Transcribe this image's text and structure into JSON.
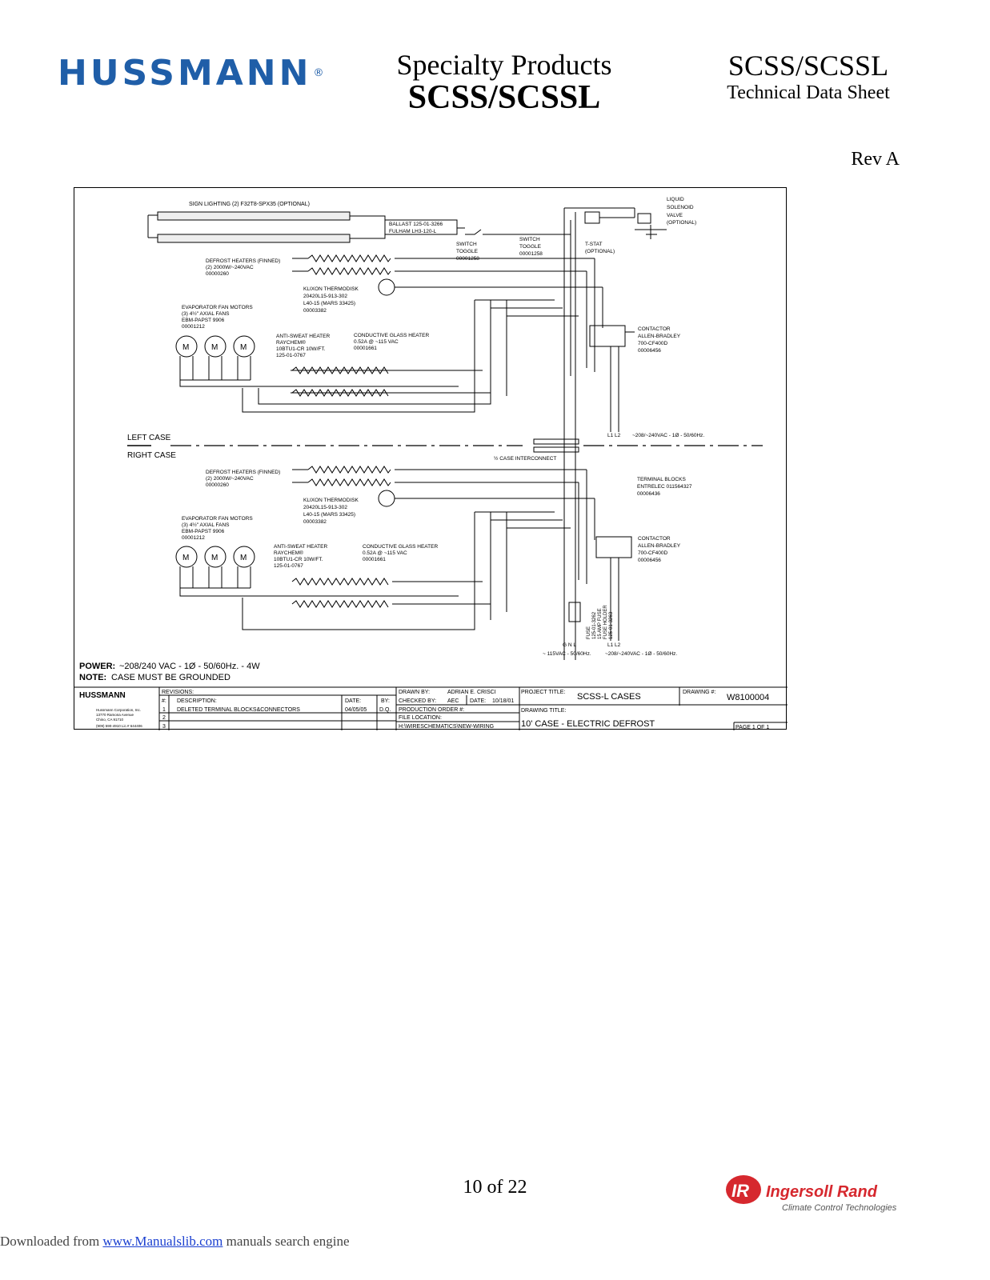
{
  "header": {
    "logo": "HUSSMANN",
    "registered": "®",
    "center_title": "Specialty Products",
    "center_subtitle": "SCSS/SCSSL",
    "right_title": "SCSS/SCSSL",
    "right_subtitle": "Technical Data Sheet"
  },
  "revision": "Rev A",
  "schematic": {
    "sign_lighting": "SIGN LIGHTING (2) F32T8-SPX35 (OPTIONAL)",
    "ballast_1": "BALLAST 125-01-3266",
    "ballast_2": "FULHAM LH3-120-L",
    "switch_1": [
      "SWITCH",
      "TOGGLE",
      "00001258"
    ],
    "switch_2": [
      "SWITCH",
      "TOGGLE",
      "00001258"
    ],
    "tstat": [
      "T-STAT",
      "(OPTIONAL)"
    ],
    "solenoid": [
      "LIQUID",
      "SOLENOID",
      "VALVE",
      "(OPTIONAL)"
    ],
    "defrost": [
      "DEFROST HEATERS (FINNED)",
      "(2) 2000W/~240VAC",
      "00000260"
    ],
    "klixon": [
      "KLIXON THERMODISK",
      "20420L15-913-302",
      "L40-15 (MARS 33425)",
      "00003382"
    ],
    "evap_fans": [
      "EVAPORATOR FAN MOTORS",
      "(3) 4½\" AXIAL FANS",
      "EBM-PAPST 9906",
      "00001212"
    ],
    "anti_sweat": [
      "ANTI-SWEAT HEATER",
      "RAYCHEM®",
      "10BTU1-CR 10W/FT.",
      "125-01-0767"
    ],
    "glass_heater": [
      "CONDUCTIVE GLASS HEATER",
      "0.52A @ ~115 VAC",
      "00001661"
    ],
    "contactor": [
      "CONTACTOR",
      "ALLEN-BRADLEY",
      "700-CF400D",
      "00006456"
    ],
    "terminal_blocks": [
      "TERMINAL BLOCKS",
      "ENTRELEC 011564327",
      "00006436"
    ],
    "motor_label": "M",
    "left_case": "LEFT CASE",
    "right_case": "RIGHT CASE",
    "interconnect": "½ CASE INTERCONNECT",
    "l1l2": "L1 L2",
    "supply_upper": "~208/~240VAC - 1Ø - 50/60Hz.",
    "gnl": "G N L",
    "fuse": [
      "FUSE",
      "125-01-3262",
      "15 AMP FUSE",
      "FUSE HOLDER",
      "125-01-3263"
    ],
    "supply_115": "~ 115VAC - 50/60Hz.",
    "supply_lower": "~208/~240VAC - 1Ø - 50/60Hz.",
    "power_label": "POWER:",
    "power_value": "~208/240 VAC - 1Ø - 50/60Hz. - 4W",
    "note_label": "NOTE:",
    "note_value": "CASE MUST BE GROUNDED"
  },
  "title_block": {
    "logo": "HUSSMANN",
    "company": [
      "Hussmann Corporation, Inc.",
      "13770 Ramona Avenue",
      "Chino, CA 91710",
      "(909) 590-4910  Lic.# 644406"
    ],
    "revisions_label": "REVISIONS:",
    "num_label": "#:",
    "desc_label": "DESCRIPTION:",
    "date_label": "DATE:",
    "by_label": "BY:",
    "rows": [
      {
        "num": "1",
        "desc": "DELETED TERMINAL BLOCKS&CONNECTORS",
        "date": "04/05/05",
        "by": "D.Q."
      },
      {
        "num": "2",
        "desc": "",
        "date": "",
        "by": ""
      },
      {
        "num": "3",
        "desc": "",
        "date": "",
        "by": ""
      }
    ],
    "drawn_by_label": "DRAWN BY:",
    "drawn_by": "ADRIAN E. CRISCI",
    "checked_by_label": "CHECKED BY:",
    "checked_by": "AEC",
    "date_label2": "DATE:",
    "date": "10/18/01",
    "production_order": "PRODUCTION ORDER #:",
    "file_location_label": "FILE LOCATION:",
    "file_location": "H:\\WIRESCHEMATICS\\NEW-WIRING",
    "project_title_label": "PROJECT TITLE:",
    "project_title": "SCSS-L CASES",
    "drawing_num_label": "DRAWING #:",
    "drawing_num": "W8100004",
    "drawing_title_label": "DRAWING TITLE:",
    "drawing_title": "10' CASE - ELECTRIC DEFROST",
    "page": "PAGE 1 OF 1"
  },
  "page_number": "10 of 22",
  "brand": {
    "ir_mark": "IR",
    "name": "Ingersoll Rand",
    "tagline": "Climate Control Technologies"
  },
  "footer": {
    "prefix": "Downloaded from ",
    "link": "www.Manualslib.com",
    "suffix": " manuals search engine"
  },
  "colors": {
    "hussmann_blue": "#1f5ea8",
    "ir_red": "#d6282e",
    "link": "#1a3fd0"
  }
}
